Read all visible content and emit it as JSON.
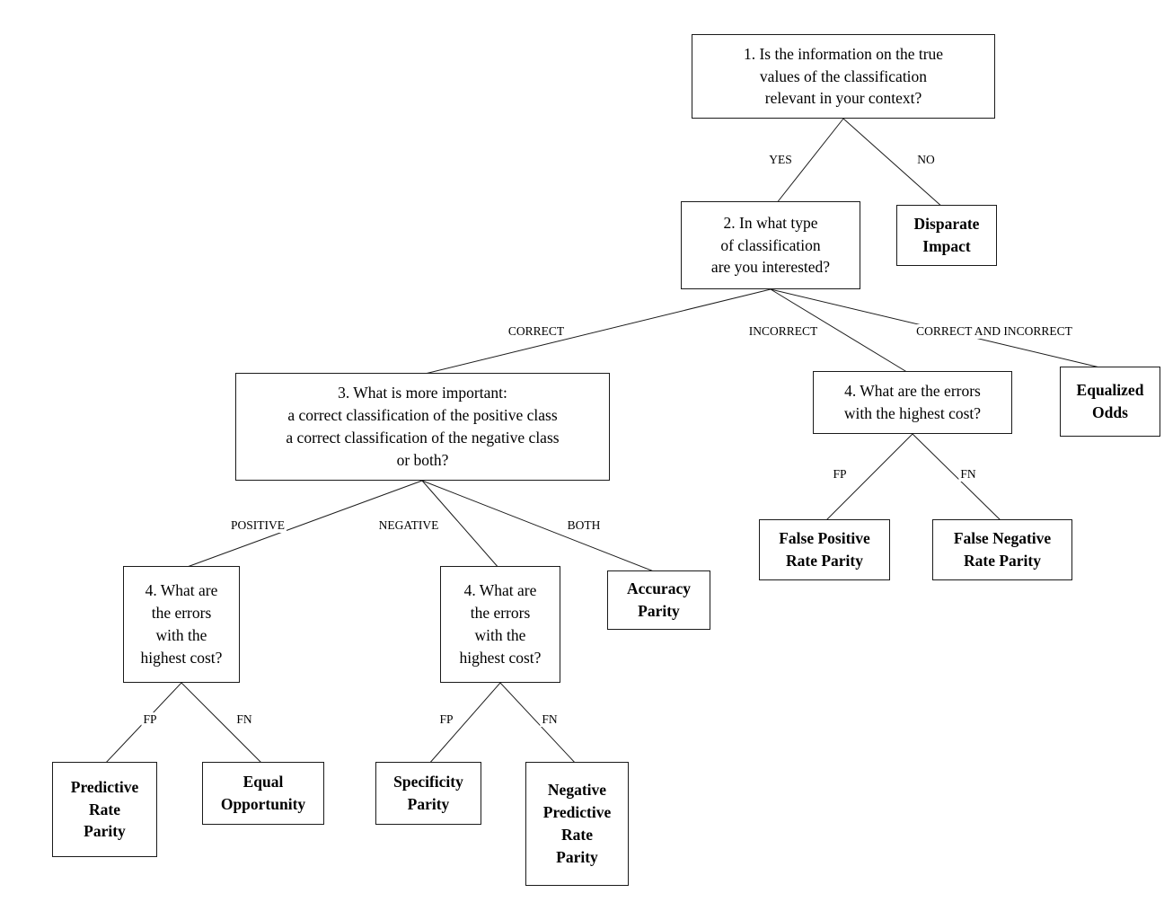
{
  "diagram": {
    "nodes": {
      "q1": {
        "label": "1. Is the information on the true\nvalues of the classification\nrelevant in your context?"
      },
      "q2": {
        "label": "2. In what type\nof classification\nare you interested?"
      },
      "q3": {
        "label": "3. What is more important:\na correct classification of the positive class\na correct classification of the negative class\nor both?"
      },
      "q4_positive": {
        "label": "4. What are\nthe errors\nwith the\nhighest cost?"
      },
      "q4_negative": {
        "label": "4. What are\nthe errors\nwith the\nhighest cost?"
      },
      "q4_incorrect": {
        "label": "4. What are the errors\nwith the highest cost?"
      },
      "disparate_impact": {
        "label": "Disparate\nImpact"
      },
      "equalized_odds": {
        "label": "Equalized\nOdds"
      },
      "accuracy_parity": {
        "label": "Accuracy\nParity"
      },
      "predictive_rate_parity": {
        "label": "Predictive\nRate\nParity"
      },
      "equal_opportunity": {
        "label": "Equal\nOpportunity"
      },
      "specificity_parity": {
        "label": "Specificity\nParity"
      },
      "negative_predictive_rate_parity": {
        "label": "Negative\nPredictive\nRate\nParity"
      },
      "false_positive_rate_parity": {
        "label": "False Positive\nRate Parity"
      },
      "false_negative_rate_parity": {
        "label": "False Negative\nRate Parity"
      }
    },
    "edge_labels": {
      "yes": "YES",
      "no": "NO",
      "correct": "CORRECT",
      "incorrect": "INCORRECT",
      "correct_and_incorrect": "CORRECT AND INCORRECT",
      "positive": "POSITIVE",
      "negative": "NEGATIVE",
      "both": "BOTH",
      "fp_positive": "FP",
      "fn_positive": "FN",
      "fp_negative": "FP",
      "fn_negative": "FN",
      "fp_incorrect": "FP",
      "fn_incorrect": "FN"
    }
  }
}
